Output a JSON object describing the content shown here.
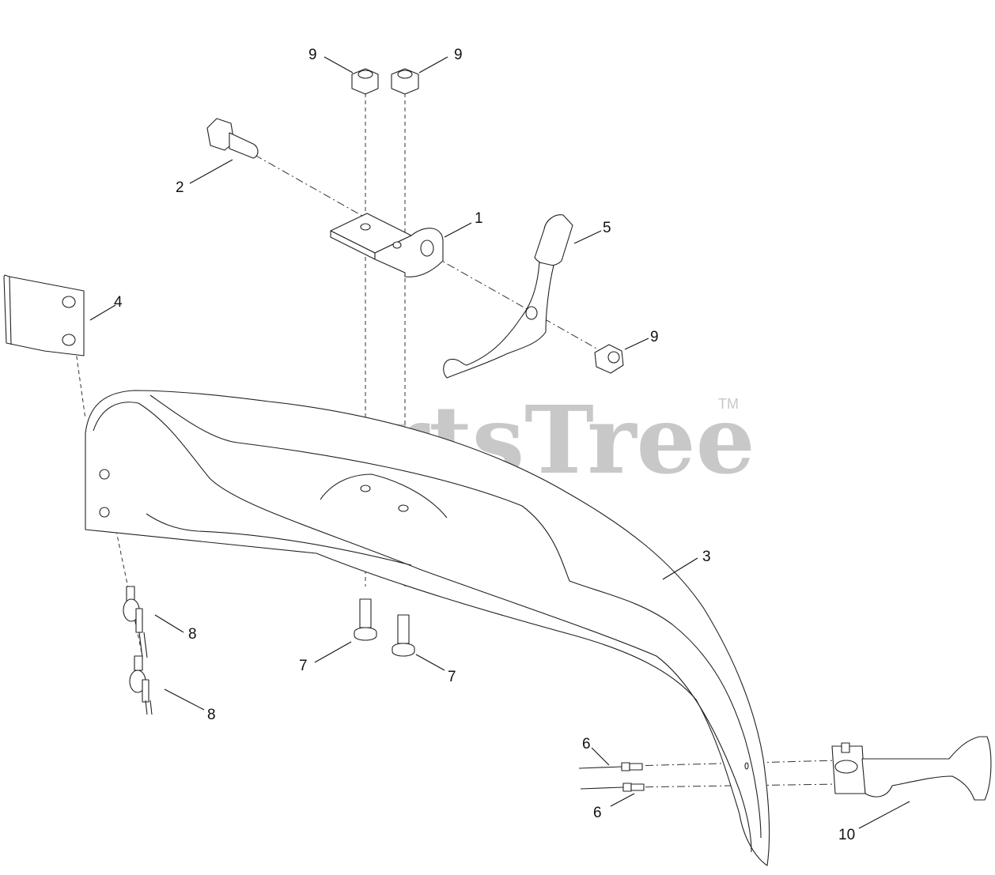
{
  "watermark": {
    "text": "PartsTree",
    "trademark": "TM"
  },
  "callouts": [
    "9",
    "9",
    "2",
    "1",
    "5",
    "4",
    "9",
    "3",
    "8",
    "8",
    "7",
    "7",
    "6",
    "6",
    "10"
  ],
  "colors": {
    "line": "#222222",
    "watermark": "#c8c8c8",
    "background": "#ffffff"
  }
}
